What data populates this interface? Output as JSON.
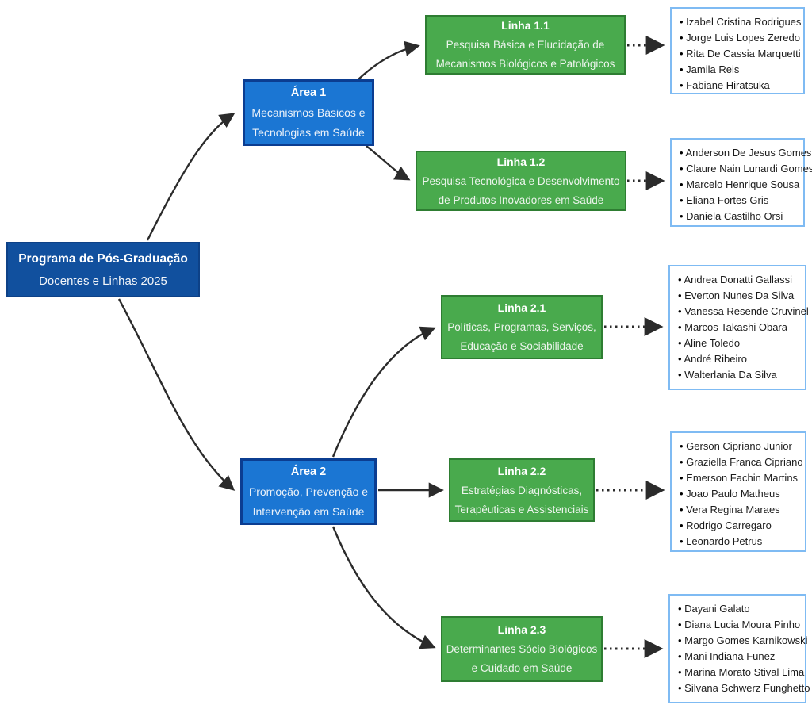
{
  "root": {
    "line1": "Programa de Pós-Graduação",
    "line2": "Docentes e Linhas 2025"
  },
  "areas": [
    {
      "title": "Área 1",
      "line1": "Mecanismos Básicos e",
      "line2": "Tecnologias em Saúde"
    },
    {
      "title": "Área 2",
      "line1": "Promoção, Prevenção e",
      "line2": "Intervenção em Saúde"
    }
  ],
  "linhas": [
    {
      "title": "Linha 1.1",
      "line1": "Pesquisa Básica e Elucidação de",
      "line2": "Mecanismos Biológicos e Patológicos",
      "members": [
        "Izabel Cristina Rodrigues",
        "Jorge Luis Lopes Zeredo",
        "Rita De Cassia Marquetti",
        "Jamila Reis",
        "Fabiane Hiratsuka"
      ]
    },
    {
      "title": "Linha 1.2",
      "line1": "Pesquisa Tecnológica e Desenvolvimento",
      "line2": "de Produtos Inovadores em Saúde",
      "members": [
        "Anderson De Jesus Gomes",
        "Claure Nain Lunardi Gomes",
        "Marcelo Henrique Sousa",
        "Eliana Fortes Gris",
        "Daniela Castilho Orsi"
      ]
    },
    {
      "title": "Linha 2.1",
      "line1": "Políticas, Programas, Serviços,",
      "line2": "Educação e Sociabilidade",
      "members": [
        "Andrea Donatti Gallassi",
        "Everton Nunes Da Silva",
        "Vanessa Resende Cruvinel",
        "Marcos Takashi Obara",
        "Aline Toledo",
        "André Ribeiro",
        "Walterlania Da Silva"
      ]
    },
    {
      "title": "Linha 2.2",
      "line1": "Estratégias Diagnósticas,",
      "line2": "Terapêuticas e Assistenciais",
      "members": [
        "Gerson Cipriano Junior",
        "Graziella Franca Cipriano",
        "Emerson Fachin Martins",
        "Joao Paulo Matheus",
        "Vera Regina Maraes",
        "Rodrigo Carregaro",
        "Leonardo Petrus"
      ]
    },
    {
      "title": "Linha 2.3",
      "line1": "Determinantes Sócio Biológicos",
      "line2": "e Cuidado em Saúde",
      "members": [
        "Dayani Galato",
        "Diana Lucia Moura Pinho",
        "Margo Gomes Karnikowski",
        "Mani Indiana Funez",
        "Marina Morato Stival Lima",
        "Silvana Schwerz Funghetto"
      ]
    }
  ],
  "colors": {
    "root_fill": "#11509e",
    "area_fill": "#1b76d3",
    "area_border": "#0b3d91",
    "linha_fill": "#49aa4d",
    "linha_border": "#2e7d32",
    "members_border": "#7fbbf3",
    "arrow": "#2b2b2b"
  }
}
